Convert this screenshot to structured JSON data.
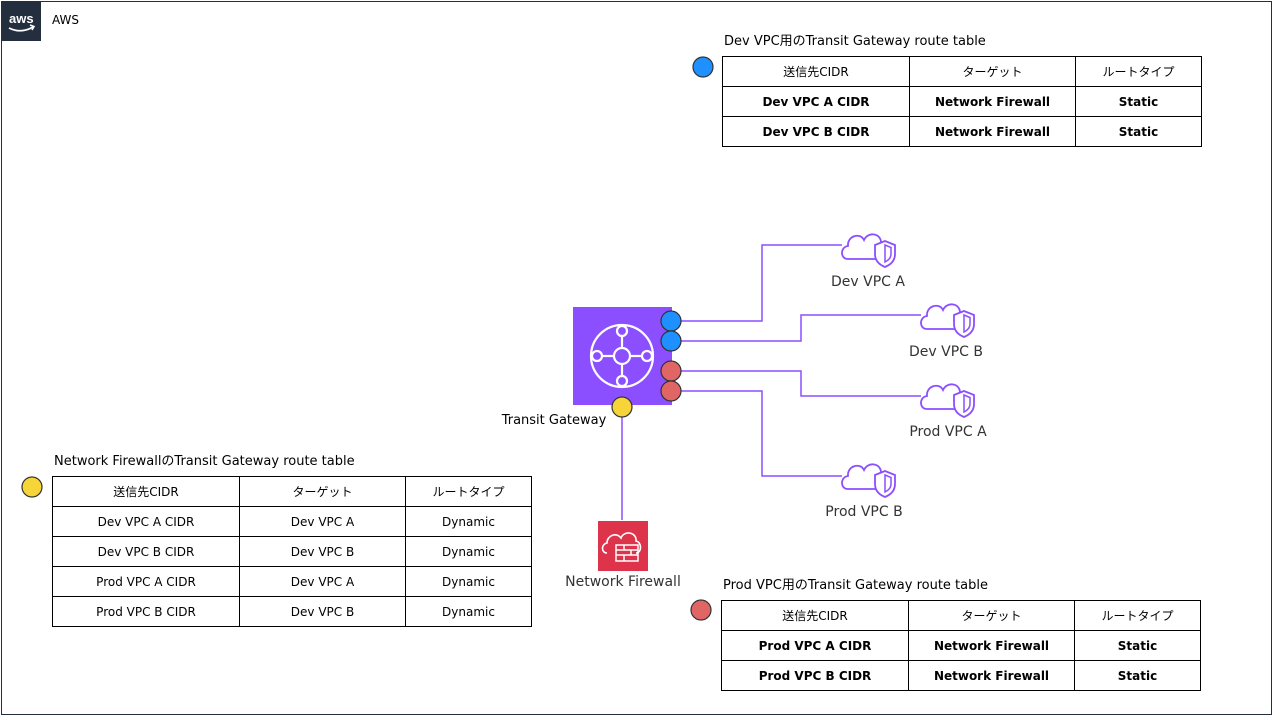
{
  "header": {
    "aws_label": "AWS"
  },
  "icons": {
    "aws": "aws-logo-icon",
    "transit_gateway": "transit-gateway-icon",
    "vpc": "vpc-cloud-shield-icon",
    "firewall": "network-firewall-icon"
  },
  "colors": {
    "tg_purple": "#8c4fff",
    "connector": "#8c4fff",
    "dev_dot": "#1e90ff",
    "prod_dot": "#e06666",
    "fw_dot": "#f7d538",
    "firewall_red": "#dd344c",
    "aws_dark": "#232f3e"
  },
  "nodes": {
    "transit_gateway": "Transit Gateway",
    "network_firewall": "Network Firewall",
    "dev_vpc_a": "Dev VPC A",
    "dev_vpc_b": "Dev VPC B",
    "prod_vpc_a": "Prod VPC A",
    "prod_vpc_b": "Prod VPC B"
  },
  "dev_table": {
    "title": "Dev VPC用のTransit Gateway route table",
    "headers": [
      "送信先CIDR",
      "ターゲット",
      "ルートタイプ"
    ],
    "rows": [
      [
        "Dev VPC A CIDR",
        "Network Firewall",
        "Static"
      ],
      [
        "Dev VPC B CIDR",
        "Network Firewall",
        "Static"
      ]
    ]
  },
  "fw_table": {
    "title": "Network FirewallのTransit Gateway route table",
    "headers": [
      "送信先CIDR",
      "ターゲット",
      "ルートタイプ"
    ],
    "rows": [
      [
        "Dev VPC A CIDR",
        "Dev VPC A",
        "Dynamic"
      ],
      [
        "Dev VPC B CIDR",
        "Dev VPC B",
        "Dynamic"
      ],
      [
        "Prod VPC A CIDR",
        "Dev VPC A",
        "Dynamic"
      ],
      [
        "Prod VPC B CIDR",
        "Dev VPC B",
        "Dynamic"
      ]
    ]
  },
  "prod_table": {
    "title": "Prod VPC用のTransit Gateway route table",
    "headers": [
      "送信先CIDR",
      "ターゲット",
      "ルートタイプ"
    ],
    "rows": [
      [
        "Prod VPC A CIDR",
        "Network Firewall",
        "Static"
      ],
      [
        "Prod VPC B CIDR",
        "Network Firewall",
        "Static"
      ]
    ]
  }
}
